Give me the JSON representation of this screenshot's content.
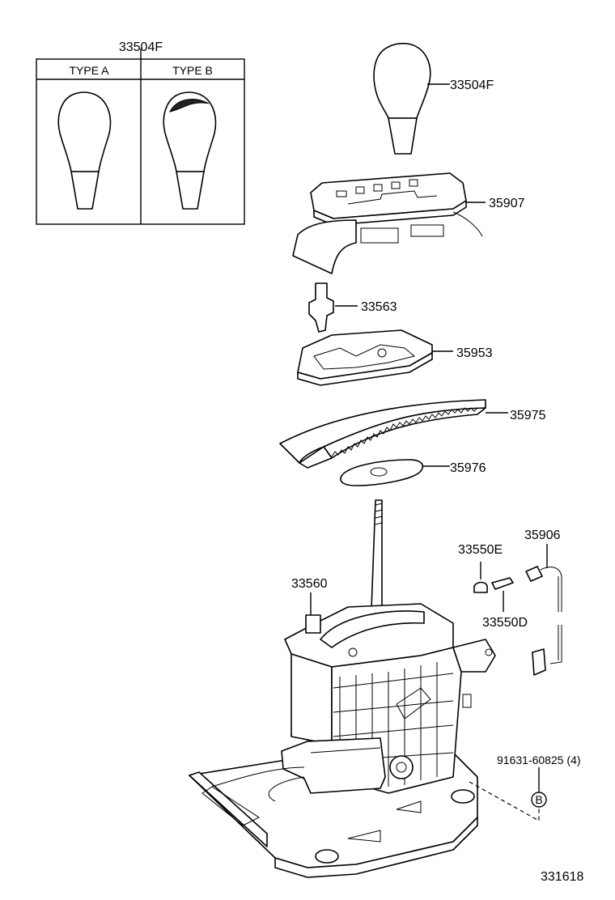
{
  "inset": {
    "part_number": "33504F",
    "type_a": "TYPE A",
    "type_b": "TYPE B"
  },
  "callouts": {
    "knob": "33504F",
    "bezel": "35907",
    "pin": "33563",
    "indicator": "35953",
    "slide_cover": "35975",
    "plate": "35976",
    "bulb": "33550E",
    "socket": "35906",
    "lever_assembly": "33560",
    "bulb_holder": "33550D",
    "bolt": "91631-60825 (4)",
    "bolt_marker": "B"
  },
  "diagram_id": "331618"
}
